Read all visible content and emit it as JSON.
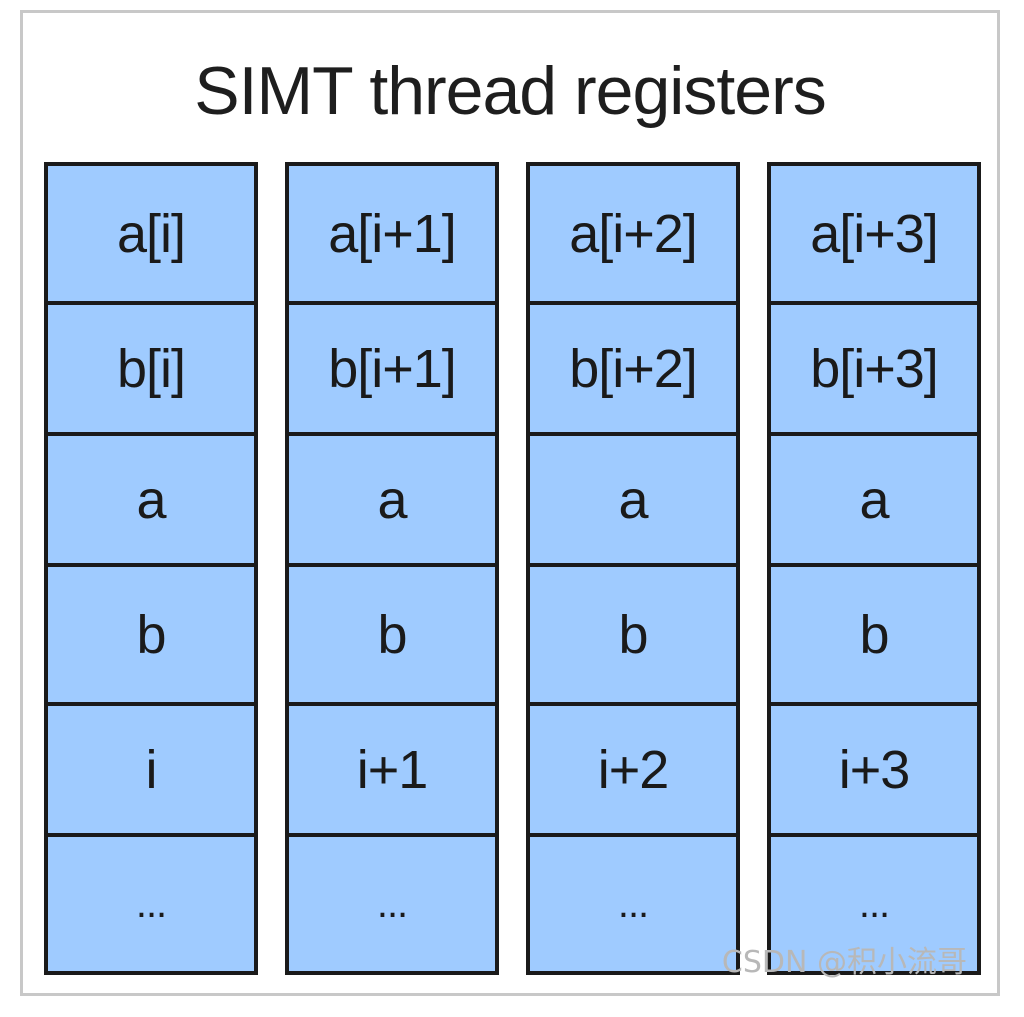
{
  "title": "SIMT thread registers",
  "threads": [
    {
      "registers": [
        "a[i]",
        "b[i]",
        "a",
        "b",
        "i",
        "..."
      ]
    },
    {
      "registers": [
        "a[i+1]",
        "b[i+1]",
        "a",
        "b",
        "i+1",
        "..."
      ]
    },
    {
      "registers": [
        "a[i+2]",
        "b[i+2]",
        "a",
        "b",
        "i+2",
        "..."
      ]
    },
    {
      "registers": [
        "a[i+3]",
        "b[i+3]",
        "a",
        "b",
        "i+3",
        "..."
      ]
    }
  ],
  "watermark": "CSDN @积小流哥",
  "colors": {
    "cell_fill": "#9fcbff",
    "border": "#1a1a1a",
    "frame": "#c8c8c8"
  }
}
